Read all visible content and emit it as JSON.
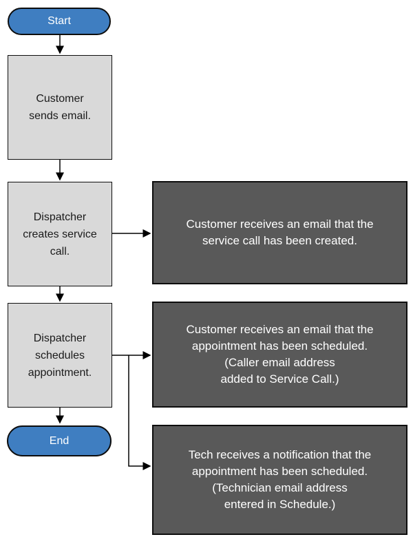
{
  "flowchart": {
    "start": {
      "label": "Start"
    },
    "end": {
      "label": "End"
    },
    "steps": [
      {
        "label": "Customer\nsends email."
      },
      {
        "label": "Dispatcher\ncreates service\ncall."
      },
      {
        "label": "Dispatcher\nschedules\nappointment."
      }
    ],
    "notes": [
      {
        "text": "Customer receives an email that the\nservice call has been created."
      },
      {
        "text": "Customer receives an email that the\nappointment has been scheduled.\n(Caller email address\nadded to Service Call.)"
      },
      {
        "text": "Tech receives a notification that the\nappointment has been scheduled.\n(Technician email address\nentered in Schedule.)"
      }
    ],
    "colors": {
      "terminator_fill": "#3F7EC1",
      "process_fill": "#D9D9D9",
      "note_fill": "#595959",
      "border": "#0D0D0D",
      "terminator_text": "#FFFFFF",
      "process_text": "#1A1A1A",
      "note_text": "#FFFFFF",
      "connector": "#000000"
    }
  }
}
